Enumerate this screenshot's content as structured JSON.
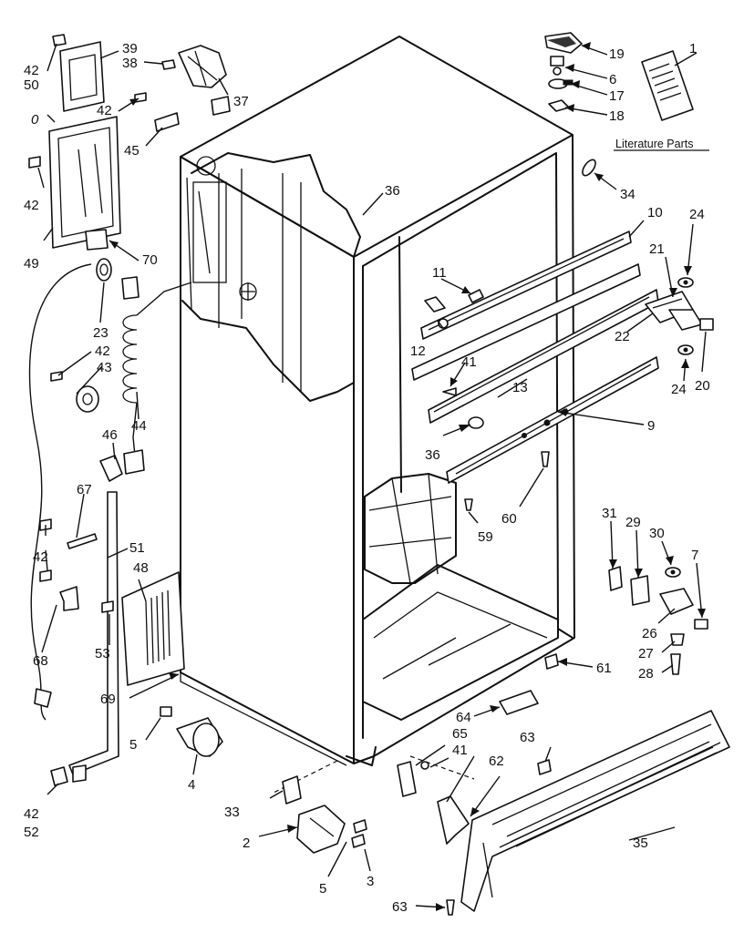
{
  "literature_caption": "Literature Parts",
  "callouts": [
    "1",
    "2",
    "3",
    "4",
    "5",
    "5",
    "6",
    "7",
    "9",
    "10",
    "11",
    "12",
    "13",
    "17",
    "18",
    "19",
    "20",
    "21",
    "22",
    "23",
    "24",
    "24",
    "26",
    "27",
    "28",
    "29",
    "30",
    "31",
    "33",
    "34",
    "35",
    "36",
    "36",
    "37",
    "38",
    "39",
    "41",
    "41",
    "42",
    "42",
    "42",
    "42",
    "42",
    "42",
    "43",
    "44",
    "45",
    "46",
    "48",
    "49",
    "50",
    "51",
    "52",
    "53",
    "59",
    "60",
    "61",
    "62",
    "63",
    "63",
    "64",
    "65",
    "67",
    "68",
    "69",
    "70",
    "0"
  ]
}
